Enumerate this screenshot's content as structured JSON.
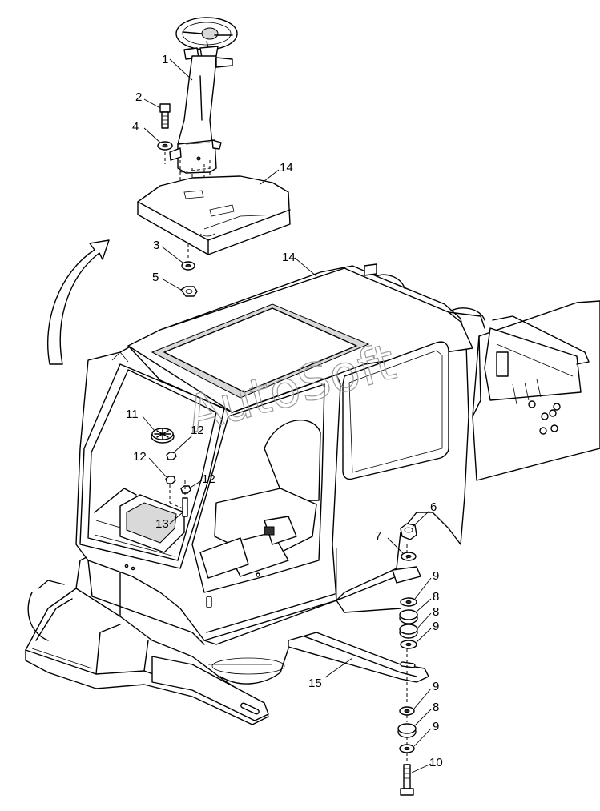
{
  "watermark": "AutoSoft",
  "callouts": [
    {
      "id": "c1",
      "text": "1"
    },
    {
      "id": "c2",
      "text": "2"
    },
    {
      "id": "c4",
      "text": "4"
    },
    {
      "id": "c14a",
      "text": "14"
    },
    {
      "id": "c3",
      "text": "3"
    },
    {
      "id": "c5",
      "text": "5"
    },
    {
      "id": "c14b",
      "text": "14"
    },
    {
      "id": "c11",
      "text": "11"
    },
    {
      "id": "c12a",
      "text": "12"
    },
    {
      "id": "c12b",
      "text": "12"
    },
    {
      "id": "c12c",
      "text": "12"
    },
    {
      "id": "c13",
      "text": "13"
    },
    {
      "id": "c6",
      "text": "6"
    },
    {
      "id": "c7",
      "text": "7"
    },
    {
      "id": "c9a",
      "text": "9"
    },
    {
      "id": "c8a",
      "text": "8"
    },
    {
      "id": "c8b",
      "text": "8"
    },
    {
      "id": "c9b",
      "text": "9"
    },
    {
      "id": "c15",
      "text": "15"
    },
    {
      "id": "c9c",
      "text": "9"
    },
    {
      "id": "c8c",
      "text": "8"
    },
    {
      "id": "c9d",
      "text": "9"
    },
    {
      "id": "c10",
      "text": "10"
    }
  ]
}
